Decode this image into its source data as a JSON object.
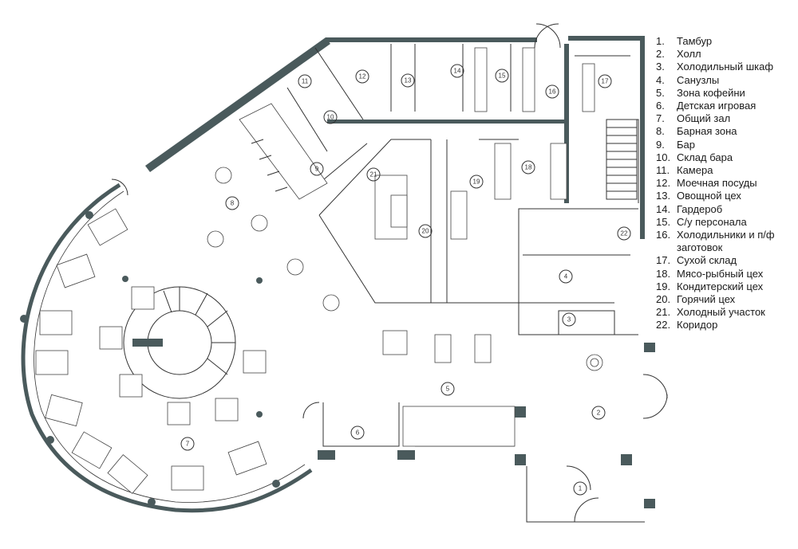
{
  "legend": [
    {
      "num": "1.",
      "label": "Тамбур"
    },
    {
      "num": "2.",
      "label": "Холл"
    },
    {
      "num": "3.",
      "label": "Холодильный шкаф"
    },
    {
      "num": "4.",
      "label": "Санузлы"
    },
    {
      "num": "5.",
      "label": "Зона кофейни"
    },
    {
      "num": "6.",
      "label": "Детская игровая"
    },
    {
      "num": "7.",
      "label": "Общий зал"
    },
    {
      "num": "8.",
      "label": "Барная зона"
    },
    {
      "num": "9.",
      "label": "Бар"
    },
    {
      "num": "10.",
      "label": "Склад бара"
    },
    {
      "num": "11.",
      "label": "Камера"
    },
    {
      "num": "12.",
      "label": "Моечная посуды"
    },
    {
      "num": "13.",
      "label": "Овощной цех"
    },
    {
      "num": "14.",
      "label": "Гардероб"
    },
    {
      "num": "15.",
      "label": "С/у персонала"
    },
    {
      "num": "16.",
      "label": "Холодильники и п/ф",
      "cont": "заготовок"
    },
    {
      "num": "17.",
      "label": "Сухой склад"
    },
    {
      "num": "18.",
      "label": "Мясо-рыбный цех"
    },
    {
      "num": "19.",
      "label": "Кондитерский цех"
    },
    {
      "num": "20.",
      "label": "Горячий цех"
    },
    {
      "num": "21.",
      "label": "Холодный участок"
    },
    {
      "num": "22.",
      "label": "Коридор"
    }
  ],
  "rooms": [
    {
      "id": "1",
      "label": "1"
    },
    {
      "id": "2",
      "label": "2"
    },
    {
      "id": "3",
      "label": "3"
    },
    {
      "id": "4",
      "label": "4"
    },
    {
      "id": "5",
      "label": "5"
    },
    {
      "id": "6",
      "label": "6"
    },
    {
      "id": "7",
      "label": "7"
    },
    {
      "id": "8",
      "label": "8"
    },
    {
      "id": "9",
      "label": "9"
    },
    {
      "id": "10",
      "label": "10"
    },
    {
      "id": "11",
      "label": "11"
    },
    {
      "id": "12",
      "label": "12"
    },
    {
      "id": "13",
      "label": "13"
    },
    {
      "id": "14",
      "label": "14"
    },
    {
      "id": "15",
      "label": "15"
    },
    {
      "id": "16",
      "label": "16"
    },
    {
      "id": "17",
      "label": "17"
    },
    {
      "id": "18",
      "label": "18"
    },
    {
      "id": "19",
      "label": "19"
    },
    {
      "id": "20",
      "label": "20"
    },
    {
      "id": "21",
      "label": "21"
    },
    {
      "id": "22",
      "label": "22"
    }
  ],
  "colors": {
    "wall": "#4a5a5c",
    "line": "#333333",
    "background": "#ffffff"
  }
}
